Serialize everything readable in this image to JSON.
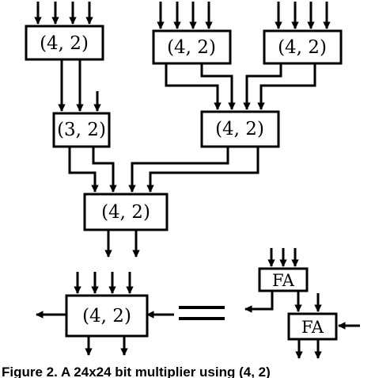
{
  "diagram": {
    "blocks": {
      "top_left": "(4, 2)",
      "top_mid": "(4, 2)",
      "top_right": "(4, 2)",
      "mid_left": "(3, 2)",
      "mid_right": "(4, 2)",
      "final": "(4, 2)",
      "legend": "(4, 2)",
      "fa_top": "FA",
      "fa_bottom": "FA"
    },
    "equals_sign": "=",
    "caption": "Figure 2. A 24x24 bit multiplier using (4, 2)"
  },
  "colors": {
    "ink": "#000000",
    "background": "#ffffff"
  }
}
